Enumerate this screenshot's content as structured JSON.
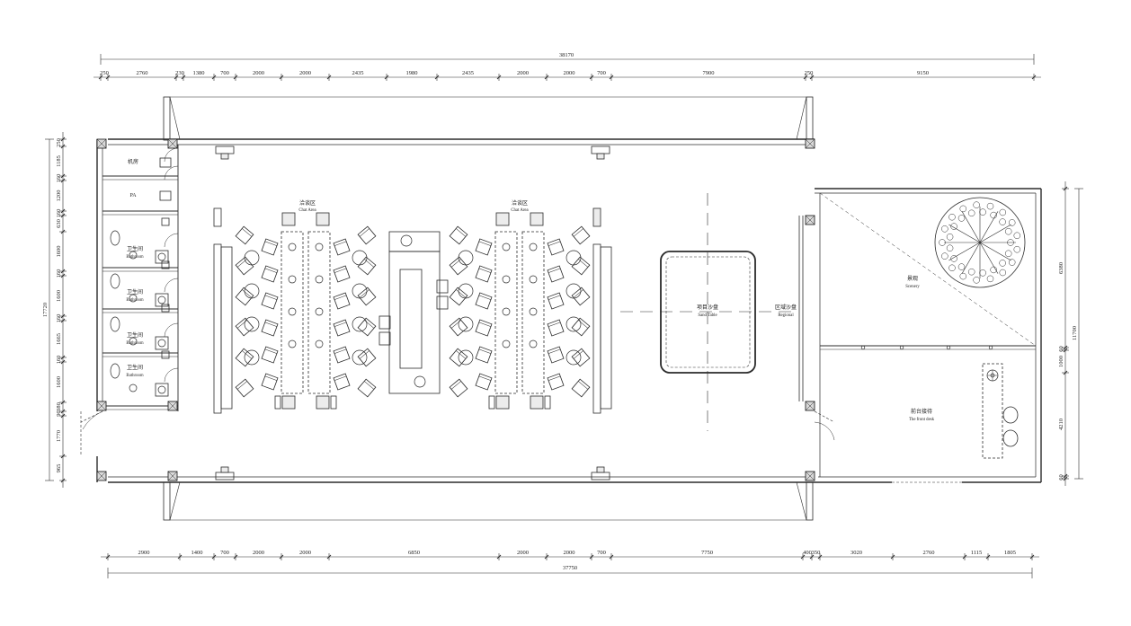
{
  "dims_top_total": "38170",
  "dims_top": [
    "250",
    "2760",
    "230",
    "1380",
    "700",
    "2000",
    "2000",
    "2435",
    "1980",
    "2435",
    "2000",
    "2000",
    "700",
    "7900",
    "250",
    "9150"
  ],
  "dims_bottom_total": "37750",
  "dims_bottom": [
    "2900",
    "1400",
    "700",
    "2000",
    "2000",
    "6850",
    "2000",
    "2000",
    "700",
    "7750",
    "400",
    "350",
    "3020",
    "2760",
    "1115",
    "1805"
  ],
  "dims_left_total": "17720",
  "dims_left": [
    "250",
    "1185",
    "160",
    "1200",
    "160",
    "630",
    "1600",
    "160",
    "1600",
    "160",
    "1665",
    "160",
    "1600",
    "380",
    "90",
    "1770",
    "965"
  ],
  "dims_right_total": "11700",
  "dims_right": [
    "6380",
    "60",
    "1000",
    "4210",
    "60"
  ],
  "rooms": {
    "machine_cn": "机房",
    "pa": "PA",
    "bath_cn": "卫生间",
    "bath_en": "Bathroom",
    "chat_cn": "洽谈区",
    "chat_en": "Chat Area",
    "sand_cn": "项目沙盘",
    "sand_en": "Sand Table",
    "regional_cn": "区域沙盘",
    "regional_en": "Regional",
    "scenery_cn": "景观",
    "scenery_en": "Scenery",
    "desk_cn": "前台接待",
    "desk_en": "The front desk"
  },
  "colors": {
    "line": "#2b2b2b",
    "hatch": "#7a7a7a",
    "fill": "#ececec"
  }
}
